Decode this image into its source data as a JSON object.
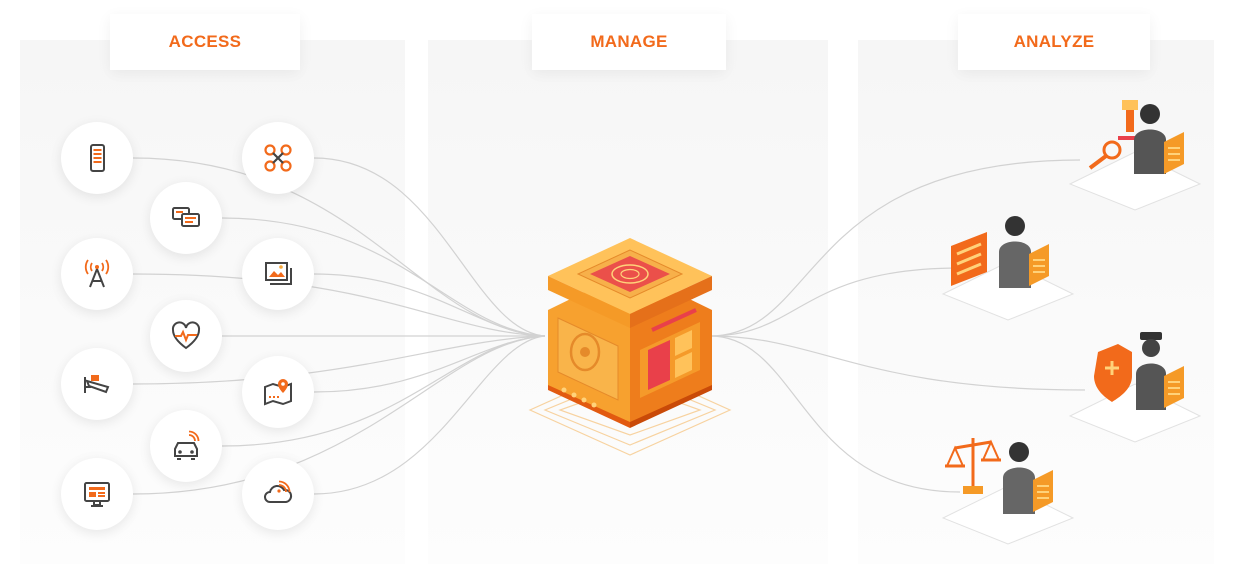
{
  "columns": {
    "access": {
      "label": "ACCESS"
    },
    "manage": {
      "label": "MANAGE"
    },
    "analyze": {
      "label": "ANALYZE"
    }
  },
  "colors": {
    "accent": "#f26a1b",
    "accent_light": "#f7a93b",
    "icon_dark": "#444444",
    "line": "#cfcfcf"
  },
  "access_icons": [
    {
      "icon": "smartphone-icon"
    },
    {
      "icon": "drone-icon"
    },
    {
      "icon": "chat-icon"
    },
    {
      "icon": "radio-tower-icon"
    },
    {
      "icon": "image-gallery-icon"
    },
    {
      "icon": "heart-rate-icon"
    },
    {
      "icon": "security-camera-icon"
    },
    {
      "icon": "map-pin-icon"
    },
    {
      "icon": "connected-car-icon"
    },
    {
      "icon": "computer-monitor-icon"
    },
    {
      "icon": "cloud-wifi-icon"
    }
  ],
  "hub": {
    "icon": "data-vault-cube-icon"
  },
  "analyze_scenes": [
    {
      "icon": "investigator-evidence-icon"
    },
    {
      "icon": "analyst-dashboard-icon"
    },
    {
      "icon": "police-officer-shield-icon"
    },
    {
      "icon": "legal-scales-icon"
    }
  ]
}
